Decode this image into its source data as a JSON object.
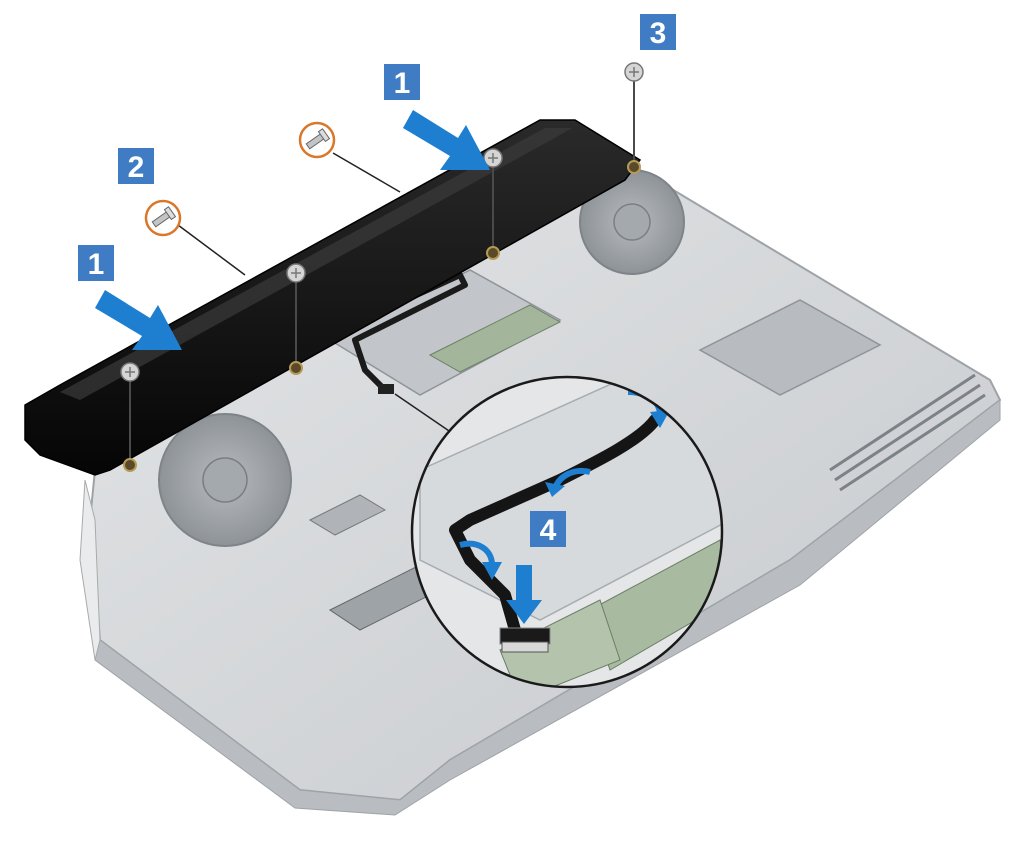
{
  "colors": {
    "badge": "#3f7cc4",
    "arrow": "#1e7fd0",
    "screw_circle": "#d9772b",
    "cover": "#111111",
    "chassis": "#d4d6d8",
    "chassis_dark": "#9ea3a7",
    "inset_bg": "#ededee"
  },
  "steps": {
    "step1_left": "1",
    "step1_right": "1",
    "step2": "2",
    "step3": "3",
    "step4": "4"
  },
  "icons": {
    "screw": "screw-icon",
    "push_arrow": "arrow-icon",
    "route_arrow": "curved-arrow-icon",
    "fan": "fan-icon"
  }
}
